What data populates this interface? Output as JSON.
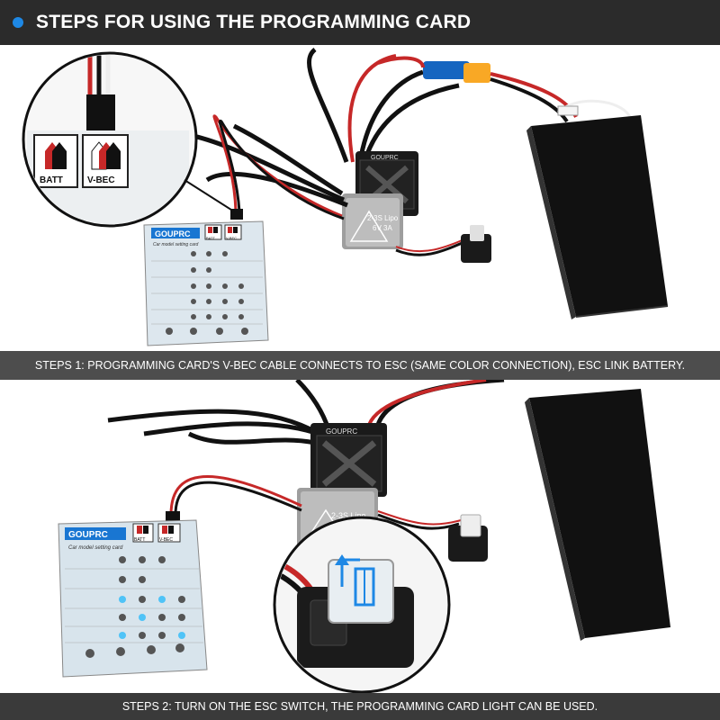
{
  "header": {
    "title": "STEPS FOR USING THE PROGRAMMING CARD",
    "accent_color": "#1e88e5"
  },
  "step1": {
    "caption": "STEPS 1: PROGRAMMING CARD'S V-BEC CABLE CONNECTS TO ESC (SAME COLOR CONNECTION), ESC LINK BATTERY.",
    "zoom_labels": {
      "batt": "BATT",
      "vbec": "V-BEC"
    },
    "card": {
      "brand": "GOUPRC",
      "batt": "BATT",
      "vbec": "V-BEC",
      "subtitle": "Car model setting card"
    },
    "esc": {
      "brand": "GOUPRC",
      "spec1": "2-3S Lipo",
      "spec2": "6V 3A"
    }
  },
  "step2": {
    "caption": "STEPS 2: TURN ON THE ESC SWITCH, THE PROGRAMMING CARD LIGHT CAN BE USED.",
    "card": {
      "brand": "GOUPRC",
      "batt": "BATT",
      "vbec": "V-BEC",
      "subtitle": "Car model setting card"
    },
    "esc": {
      "brand": "GOUPRC",
      "spec1": "2-3S Lipo"
    }
  },
  "icons": [
    "bullet-dot-icon",
    "power-switch-icon",
    "arrow-up-icon"
  ]
}
